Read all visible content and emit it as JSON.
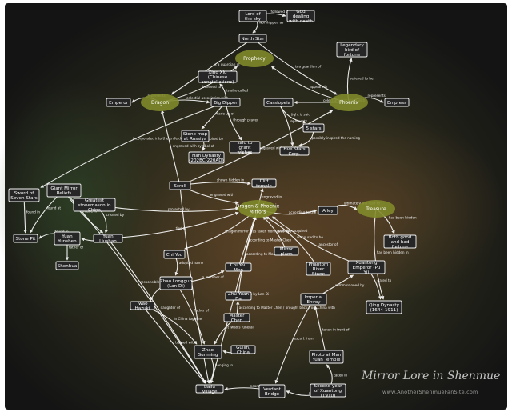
{
  "title": "Mirror Lore in Shenmue",
  "source": "www.AnotherShenmueFanSite.com",
  "nodes": {
    "lord": "Lord of the sky",
    "god": "God dealing with death",
    "northstar": "North Star",
    "prophecy": "Prophecy",
    "legbird": "Legendary bird of fortune",
    "xingxiu": "Xing Xiu (Chinese constellations)",
    "emperor": "Emperor",
    "dragon": "Dragon",
    "bigdipper": "Big Dipper",
    "cassiopeia": "Cassiopeia",
    "phoenix": "Phoenix",
    "empress": "Empress",
    "stonemap": "Stone map at Russiya",
    "han": "Han Dynasty (202BC-220AD)",
    "saidgrant": "said to grant wishes",
    "fivestars": "5 stars",
    "fivestarscorp": "Five Stars Corp.",
    "sword": "Sword of Seven Stars",
    "giantmirror": "Giant Mirror Reliefs",
    "scroll": "Scroll",
    "cliff": "Cliff temple",
    "greatest": "Greatest stonemason in China",
    "dpmirrors": "Dragon & Phoenix Mirrors",
    "alley": "Alley",
    "treasure": "Treasure",
    "stonepit": "Stone Pit",
    "yuanyunshen": "Yuan Yunshen",
    "yuanliushan": "Yuan Liushan",
    "goodbad": "Both good and bad fortune",
    "shenhua": "Shenhua",
    "chiyou": "Chi You",
    "mirrorplans": "Mirror plans",
    "chiyoumen": "Chi You Men",
    "phantom": "Phantom River Stone",
    "xuantong": "Xuantong Emperor (Pu Yi)",
    "zhaolonggun": "Zhao Longgun (Lan Di)",
    "imperialenvoy": "Imperial Envoy",
    "qing": "Qing Dynasty (1644-1911)",
    "iwao": "Iwao Hazuki",
    "zhuyuanda": "Zhu Yuan Da",
    "masterchen": "Master Chen",
    "zhao": "Zhao Sunming",
    "guilin": "Guilin, China",
    "photo": "Photo at Man Yuan Temple",
    "bailu": "Bailu Village",
    "verdant": "Verdant Bridge",
    "secondyear": "Second year of Xuantong (1910)"
  },
  "edge_labels": {
    "e1": "followed to the",
    "e2": "worshipped as",
    "e3": "is a guardian of",
    "e4": "is a guardian of",
    "e5": "believed to",
    "e6": "appears in",
    "e7": "celestial association with",
    "e8": "celestial association with",
    "e9": "is also called",
    "e10": "represents",
    "e11": "represents",
    "e12": "believed to be",
    "e13": "made up of",
    "e14": "through prayer",
    "e15": "tight is said",
    "e16": "represents",
    "e17": "possibly inspired the naming",
    "e18": "engraved with symbol of",
    "e19": "engraved with symbol of",
    "e20": "incorporated into the knife design of",
    "e21": "inspired by",
    "e22": "shown hidden in",
    "e23": "engraved with",
    "e24": "engraved in",
    "e25": "according to the legend the",
    "e26": "ultimately will lead to",
    "e27": "found in",
    "e28": "found at",
    "e29": "found in",
    "e30": "protected by",
    "e31": "tied to",
    "e32": "made in",
    "e33": "has been hidden",
    "e34": "created by",
    "e35": "grandfather of",
    "e36": "father of",
    "e37": "daughter of",
    "e38": "adopted name",
    "e39": "according to Master Chen",
    "e40": "Dragon mirror was taken from Iwao by",
    "e41": "ancestor of",
    "e42": "according to Master Chen",
    "e43": "according to Master Chen / brought back from China with",
    "e44": "a member of",
    "e45": "possibly acquired",
    "e46": "rumoured to be",
    "e47": "in China together",
    "e48": "murdered by",
    "e49": "at Iwao's funeral",
    "e50": "Father of",
    "e51": "met in",
    "e52": "has been hidden in",
    "e53": "forbidden by Lan Di",
    "e54": "escort from",
    "e55": "dated to",
    "e56": "responsible for the making of",
    "e57": "trained with",
    "e58": "hanging in",
    "e59": "taken in front of",
    "e60": "taken in",
    "e61": "nearby",
    "e62": "born near",
    "e63": "commissioned by"
  }
}
